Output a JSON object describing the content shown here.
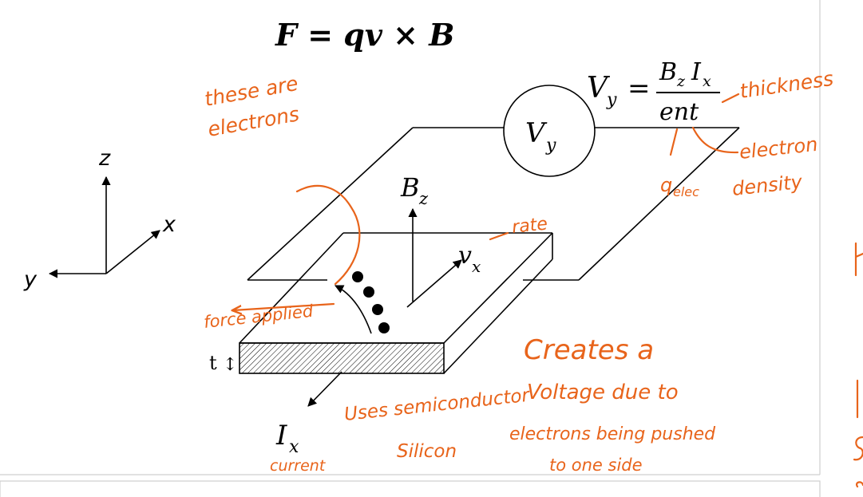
{
  "equations": {
    "lorentz_force": "F = qv × B",
    "hall_voltage_lhs": "V",
    "hall_voltage_lhs_sub": "y",
    "hall_voltage_eq": "=",
    "hall_numerator": "B",
    "hall_numerator_sub1": "z",
    "hall_numerator_mid": "I",
    "hall_numerator_sub2": "x",
    "hall_denominator": "ent"
  },
  "diagram": {
    "voltmeter": "V",
    "voltmeter_sub": "y",
    "field": "B",
    "field_sub": "z",
    "velocity": "v",
    "velocity_sub": "x",
    "current": "I",
    "current_sub": "x",
    "thickness": "t",
    "thickness_arrow": "↕",
    "axes": {
      "z": "z",
      "x": "x",
      "y": "y"
    },
    "electron_count": 4
  },
  "annotations": {
    "these_are_electrons_1": "these are",
    "these_are_electrons_2": "electrons",
    "thickness": "thickness",
    "q_elec": "q",
    "q_elec_sub": "elec",
    "electron_density_1": "electron",
    "electron_density_2": "density",
    "rate": "rate",
    "force_applied": "force applied",
    "creates_a": "Creates a",
    "voltage_1": "Voltage due to",
    "voltage_2": "electrons being pushed",
    "voltage_3": "to one side",
    "uses_1": "Uses semiconductor",
    "uses_2": "Silicon",
    "current_note": "current"
  },
  "colors": {
    "ink": "#e8641b",
    "diagram": "#000000"
  }
}
